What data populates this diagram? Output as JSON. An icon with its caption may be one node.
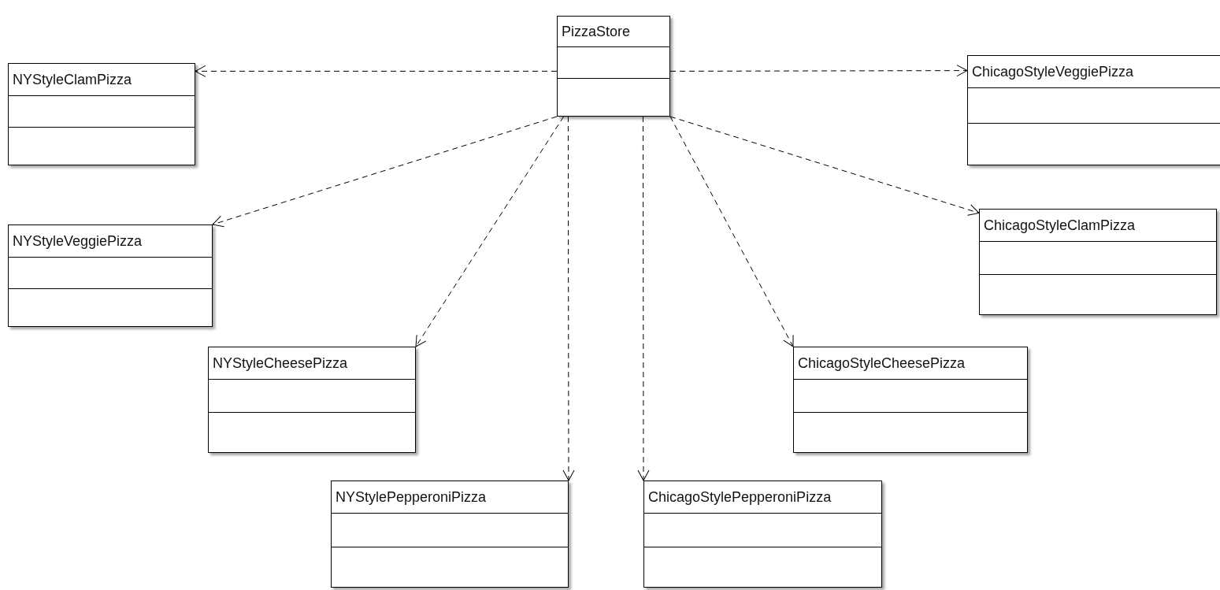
{
  "diagram": {
    "nodes": [
      {
        "text": [
          "PizzaStore"
        ]
      },
      {
        "text": [
          "NYStyleClamPizza"
        ]
      },
      {
        "text": [
          "ChicagoStyleVeggiePizza"
        ]
      },
      {
        "text": [
          "NYStyleVeggiePizza"
        ]
      },
      {
        "text": [
          "ChicagoStyleClamPizza"
        ]
      },
      {
        "text": [
          "NYStyleCheesePizza"
        ]
      },
      {
        "text": [
          "ChicagoStyleCheesePizza"
        ]
      },
      {
        "text": [
          "NYStylePepperoniPizza"
        ]
      },
      {
        "text": [
          "ChicagoStylePepperoniPizza"
        ]
      }
    ],
    "edges": [
      {
        "from": 0,
        "to": 1,
        "arrow": "to",
        "style": "dashed"
      },
      {
        "from": 0,
        "to": 2,
        "arrow": "to",
        "style": "dashed"
      },
      {
        "from": 0,
        "to": 3,
        "arrow": "to",
        "style": "dashed"
      },
      {
        "from": 0,
        "to": 4,
        "arrow": "to",
        "style": "dashed"
      },
      {
        "from": 0,
        "to": 5,
        "arrow": "to",
        "style": "dashed"
      },
      {
        "from": 0,
        "to": 6,
        "arrow": "to",
        "style": "dashed"
      },
      {
        "from": 0,
        "to": 7,
        "arrow": "to",
        "style": "dashed"
      },
      {
        "from": 0,
        "to": 8,
        "arrow": "to",
        "style": "dashed"
      }
    ]
  }
}
